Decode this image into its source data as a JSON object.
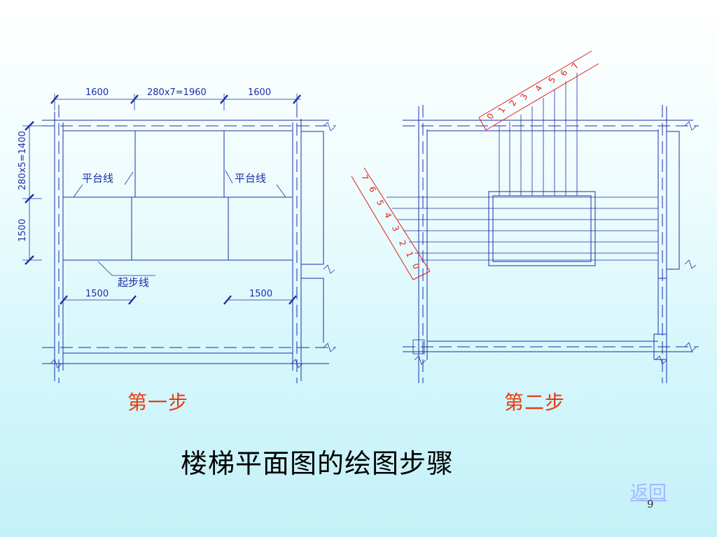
{
  "slide": {
    "title": "楼梯平面图的绘图步骤",
    "back_link": "返回",
    "page_number": "9"
  },
  "step1": {
    "caption": "第一步",
    "dims_top": [
      "1600",
      "280x7=1960",
      "1600"
    ],
    "dims_left": [
      "280x5=1400",
      "1500"
    ],
    "dims_bottom": [
      "1500",
      "1500"
    ],
    "labels": {
      "landing_left": "平台线",
      "landing_right": "平台线",
      "start": "起步线"
    }
  },
  "step2": {
    "caption": "第二步",
    "ruler_top_marks": [
      "0",
      "1",
      "2",
      "3",
      "4",
      "5",
      "6",
      "7"
    ],
    "ruler_left_marks": [
      "0",
      "1",
      "2",
      "3",
      "4",
      "5",
      "6",
      "7"
    ]
  },
  "colors": {
    "lines": "#1a2fa8",
    "construction": "#e0201a",
    "caption": "#e83b10"
  }
}
